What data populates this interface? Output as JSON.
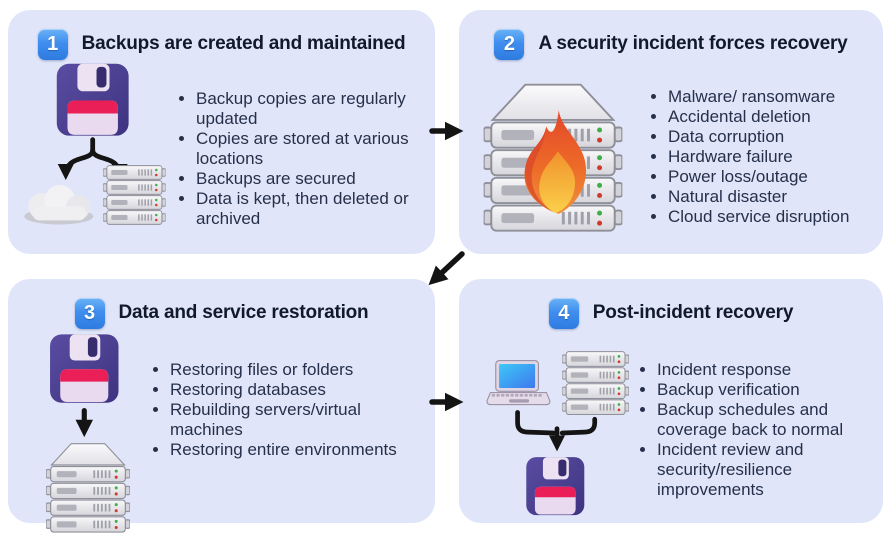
{
  "page": {
    "background": "#ffffff"
  },
  "colors": {
    "panel_background": "#e0e5f9",
    "badge_gradient_top": "#6ab2f6",
    "badge_gradient_bottom": "#2e7be0",
    "title_text": "#101a2b",
    "body_text": "#26304a",
    "arrow": "#141414",
    "flame_red": "#e5472a",
    "flame_yellow": "#fbd04a",
    "floppy_purple": "#4a3e8f",
    "floppy_stripe": "#ea1f57",
    "laptop_screen_blue": "#3ec8f7"
  },
  "panels": [
    {
      "badge": "1",
      "title": "Backups are created and maintained",
      "icons": [
        "floppy-disk",
        "branch-arrows",
        "cloud",
        "server-stack"
      ],
      "bullets": [
        "Backup copies are regularly updated",
        "Copies are stored at various locations",
        "Backups are secured",
        "Data is kept, then deleted or archived"
      ]
    },
    {
      "badge": "2",
      "title": "A security incident forces recovery",
      "icons": [
        "server-stack",
        "fire"
      ],
      "bullets": [
        "Malware/ ransomware",
        "Accidental deletion",
        "Data corruption",
        "Hardware failure",
        "Power loss/outage",
        "Natural disaster",
        "Cloud service disruption"
      ]
    },
    {
      "badge": "3",
      "title": "Data and service restoration",
      "icons": [
        "floppy-disk",
        "down-arrow",
        "server-stack"
      ],
      "bullets": [
        "Restoring files or folders",
        "Restoring databases",
        "Rebuilding servers/virtual machines",
        "Restoring entire environments"
      ]
    },
    {
      "badge": "4",
      "title": "Post-incident recovery",
      "icons": [
        "laptop",
        "server-stack",
        "merge-arrows",
        "floppy-disk"
      ],
      "bullets": [
        "Incident response",
        "Backup verification",
        "Backup schedules and coverage back to normal",
        "Incident review and security/resilience improvements"
      ]
    }
  ],
  "connectors": [
    {
      "from": "1",
      "to": "2",
      "direction": "right"
    },
    {
      "from": "2",
      "to": "3",
      "direction": "down-left"
    },
    {
      "from": "3",
      "to": "4",
      "direction": "right"
    }
  ]
}
